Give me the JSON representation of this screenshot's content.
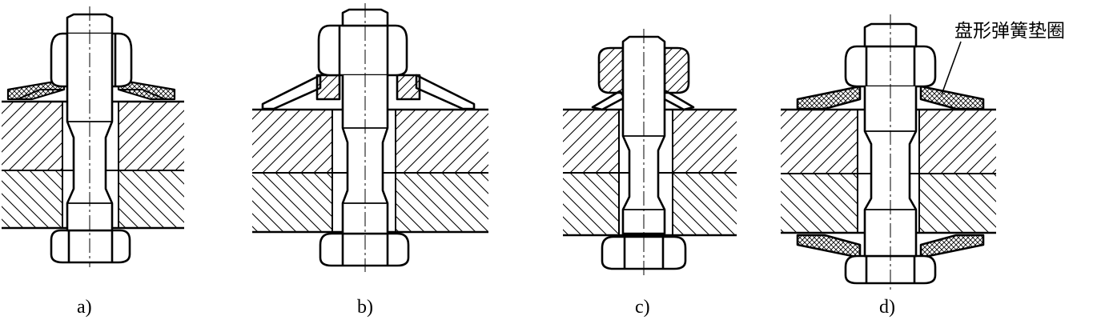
{
  "labels": {
    "a": "a)",
    "b": "b)",
    "c": "c)",
    "d": "d)"
  },
  "callout": {
    "text": "盘形弹簧垫圈"
  },
  "colors": {
    "line": "#000000",
    "background": "#ffffff"
  }
}
